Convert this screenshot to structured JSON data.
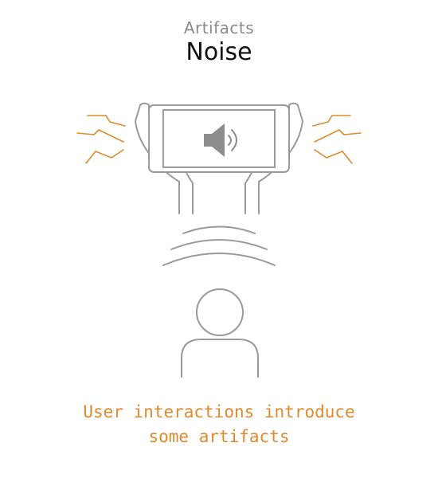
{
  "header": {
    "subtitle": "Artifacts",
    "title": "Noise"
  },
  "caption": {
    "line1": "User interactions introduce",
    "line2": "some artifacts"
  },
  "icons": {
    "phone": "phone-landscape-icon",
    "speaker": "speaker-volume-icon",
    "hands": "hands-holding-icon",
    "vibration": "vibration-lines-icon",
    "sound_waves": "sound-waves-icon",
    "person": "person-icon"
  },
  "colors": {
    "line": "#9a9a9a",
    "accent": "#e08a2c",
    "speaker": "#8c8c8c",
    "title": "#111111",
    "subtitle": "#8a8a8a"
  }
}
